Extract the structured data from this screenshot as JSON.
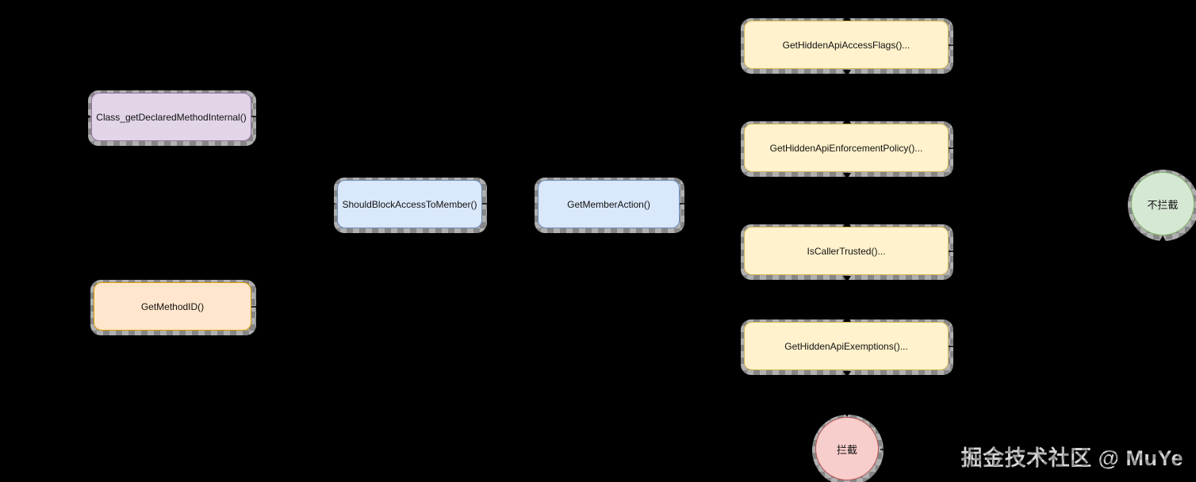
{
  "diagram": {
    "background_color": "#000000",
    "watermark": "掘金技术社区 @ MuYe",
    "palette": {
      "purple_fill": "#e1d5e7",
      "purple_stroke": "#9673a6",
      "orange_fill": "#ffe6cc",
      "orange_stroke": "#d79b00",
      "blue_fill": "#dae8fc",
      "blue_stroke": "#6c8ebf",
      "yellow_fill": "#fff2cc",
      "yellow_stroke": "#d6b656",
      "green_fill": "#d5e8d4",
      "green_stroke": "#82b366",
      "red_fill": "#f8cecc",
      "red_stroke": "#b85450",
      "edge_color": "#000000",
      "shadow_checker_light": "#b0b0b0",
      "shadow_checker_dark": "#868686"
    },
    "nodes": [
      {
        "id": "class_getDeclaredMethodInternal",
        "label": "Class_getDeclaredMethodInternal()",
        "shape": "rounded-rect",
        "fill": "#e1d5e7",
        "stroke": "#9673a6"
      },
      {
        "id": "getMethodID",
        "label": "GetMethodID()",
        "shape": "rounded-rect",
        "fill": "#ffe6cc",
        "stroke": "#d79b00"
      },
      {
        "id": "shouldBlockAccessToMember",
        "label": "ShouldBlockAccessToMember()",
        "shape": "rounded-rect",
        "fill": "#dae8fc",
        "stroke": "#6c8ebf"
      },
      {
        "id": "getMemberAction",
        "label": "GetMemberAction()",
        "shape": "rounded-rect",
        "fill": "#dae8fc",
        "stroke": "#6c8ebf"
      },
      {
        "id": "getHiddenApiAccessFlags",
        "label": "GetHiddenApiAccessFlags()...",
        "shape": "rounded-rect",
        "fill": "#fff2cc",
        "stroke": "#d6b656"
      },
      {
        "id": "getHiddenApiEnforcementPolicy",
        "label": "GetHiddenApiEnforcementPolicy()...",
        "shape": "rounded-rect",
        "fill": "#fff2cc",
        "stroke": "#d6b656"
      },
      {
        "id": "isCallerTrusted",
        "label": "IsCallerTrusted()...",
        "shape": "rounded-rect",
        "fill": "#fff2cc",
        "stroke": "#d6b656"
      },
      {
        "id": "getHiddenApiExemptions",
        "label": "GetHiddenApiExemptions()...",
        "shape": "rounded-rect",
        "fill": "#fff2cc",
        "stroke": "#d6b656"
      },
      {
        "id": "no_intercept",
        "label": "不拦截",
        "shape": "circle",
        "fill": "#d5e8d4",
        "stroke": "#82b366"
      },
      {
        "id": "intercept",
        "label": "拦截",
        "shape": "circle",
        "fill": "#f8cecc",
        "stroke": "#b85450"
      }
    ],
    "edges": [
      {
        "from": "caller",
        "to": "class_getDeclaredMethodInternal",
        "arrow_at": "left"
      },
      {
        "from": "caller",
        "to": "getMethodID",
        "arrow_at": "left"
      },
      {
        "from": "class_getDeclaredMethodInternal",
        "to": "shouldBlockAccessToMember",
        "arrow_at": "left"
      },
      {
        "from": "getMethodID",
        "to": "shouldBlockAccessToMember",
        "arrow_at": "left"
      },
      {
        "from": "shouldBlockAccessToMember",
        "to": "getMemberAction",
        "arrow_at": "left"
      },
      {
        "from": "getMemberAction",
        "to": "getHiddenApiAccessFlags",
        "arrow_at": "top"
      },
      {
        "from": "getHiddenApiAccessFlags",
        "to": "getHiddenApiEnforcementPolicy",
        "arrow_at": "both"
      },
      {
        "from": "getHiddenApiEnforcementPolicy",
        "to": "isCallerTrusted",
        "arrow_at": "both"
      },
      {
        "from": "isCallerTrusted",
        "to": "getHiddenApiExemptions",
        "arrow_at": "both"
      },
      {
        "from": "getHiddenApiExemptions",
        "to": "intercept",
        "arrow_at": "top"
      },
      {
        "from": "hidden-api-chain",
        "to": "no_intercept",
        "arrow_at": "bottom"
      }
    ]
  }
}
